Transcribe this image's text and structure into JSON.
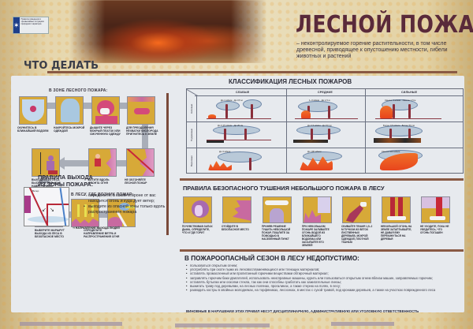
{
  "header": {
    "logo_text": "Правила поведения в чрезвычайных ситуациях природного характера",
    "title": "ЛЕСНОЙ ПОЖАР",
    "subtitle": "– неконтролируемое горение растительности, в том числе древесной, приводящее к опустошению местности, гибели животных и растений",
    "section_what_to_do": "ЧТО ДЕЛАТЬ"
  },
  "left_column": {
    "zone_heading": "В ЗОНЕ ЛЕСНОГО ПОЖАРА:",
    "zone_steps": [
      {
        "caption": "Окунитесь в ближайший водоем",
        "icon": "swim-icon"
      },
      {
        "caption": "Накройтесь мокрой одеждой",
        "icon": "wet-cloth-icon"
      },
      {
        "caption": "Дышите через мокрый платок или смоченную одежду",
        "icon": "breathe-cloth-icon"
      },
      {
        "caption": "Для преодоления нехватки кислорода пригнитесь к земле",
        "icon": "crawl-icon"
      },
      {
        "caption": "Не обгоняйте лесной пожар",
        "icon": "no-overtake-icon"
      },
      {
        "caption": "Бегите вдоль фронта огня",
        "icon": "run-along-fire-icon"
      },
      {
        "caption": "Выходите из леса быстро и только в наветренную сторону",
        "icon": "exit-windward-icon"
      }
    ],
    "forest_heading": "В ЛЕСУ, ГДЕ ВОЗНИК ПОЖАР:",
    "forest_steps": [
      {
        "caption": "Выберите маршрут выхода из леса в безопасное место",
        "icon": "route-icon"
      },
      {
        "caption": "Определите направление ветра и распространения огня",
        "icon": "wind-direction-icon"
      },
      {
        "caption": "",
        "icon": "extinguish-icon"
      }
    ],
    "exit_rules": {
      "title_line1": "ПРАВИЛА ВЫХОДА",
      "title_line2": "ИЗ ЗОНЫ ПОЖАРА:",
      "items": [
        "определите, в какой стороне от вас находится огонь и куда дует ветер;",
        "выходите из опасной зоны только вдоль распространения пожара"
      ],
      "map_label": "Ветер",
      "legend": "НАПРАВЛЕНИЕ ВЫХОДА ЛЮДЕЙ"
    }
  },
  "classification": {
    "title": "КЛАССИФИКАЦИЯ ЛЕСНЫХ ПОЖАРОВ",
    "columns": [
      "СЛАБЫЕ",
      "СРЕДНИЕ",
      "СИЛЬНЫЕ"
    ],
    "rows": [
      "Низовые",
      "Подземные",
      "Верховые"
    ],
    "cells": [
      [
        "До 1 м/мин · До 0,5 м",
        "1–3 м/мин · До 1,5 м",
        "Свыше 3 м/мин · Свыше 1,5 м"
      ],
      [
        "До 0,25 м/мин · До 25 см",
        "До 0,5 м/мин · До 50 см",
        "Более 0,5 м/мин · Более 50 см"
      ],
      [
        "До 3 м/мин",
        "До 100 м/мин",
        "Свыше 100 м/мин"
      ]
    ]
  },
  "safe_extinguish": {
    "title": "ПРАВИЛА БЕЗОПАСНОГО ТУШЕНИЯ НЕБОЛЬШОГО ПОЖАРА В ЛЕСУ",
    "steps": [
      "Почувствовав запах дыма, определите, что и где горит",
      "Отойдите в безопасное место",
      "Приняв решение тушить небольшой пожар, пошлите за помощью в населенный пункт",
      "При небольшом пожаре заливайте огонь водой из ближайшего водоема или засыпайте его землей",
      "Сбивайте пламя 1,5–2 м пучком из веток лиственных деревьев, мокрой одеждой, плотной тканью",
      "Небольшой огонь на земле затаптывайте, не давая ему перекинуться на деревья",
      "Не уходите, пока не убедитесь, что огонь погашен"
    ]
  },
  "fire_season": {
    "title": "В ПОЖАРООПАСНЫЙ СЕЗОН В ЛЕСУ НЕДОПУСТИМО:",
    "items": [
      "пользоваться открытым огнем;",
      "употреблять при охоте пыжи из легковоспламеняющихся или тлеющих материалов;",
      "оставлять промасленный или пропитанный горючими веществами обтирочный материал;",
      "заправлять горючим баки двигателей, использовать неисправные машины, курить или пользоваться открытым огнем вблизи машин, заправляемых горючим;",
      "оставлять бутылки или осколки стекла, так как они способны сработать как зажигательные линзы;",
      "выжигать траву под деревьями, на лесных полянах, прогалинах, а также стерню на полях, в лесу;",
      "разводить костры в хвойных молодняках, на торфяниках, лесосеках, в местах с сухой травой, под кронами деревьев, а также на участках поврежденного леса"
    ],
    "warning": "ВИНОВНЫЕ В НАРУШЕНИИ ЭТИХ ПРАВИЛ НЕСУТ ДИСЦИПЛИНАРНУЮ, АДМИНИСТРАТИВНУЮ ИЛИ УГОЛОВНУЮ ОТВЕТСТВЕННОСТЬ"
  },
  "colors": {
    "title": "#5a2a3a",
    "tile_background": "#d7a938",
    "panel": "#e7eaee",
    "rule": "#8a5a44",
    "flame": "#e8451d",
    "emblem": "#1f3f8a"
  }
}
